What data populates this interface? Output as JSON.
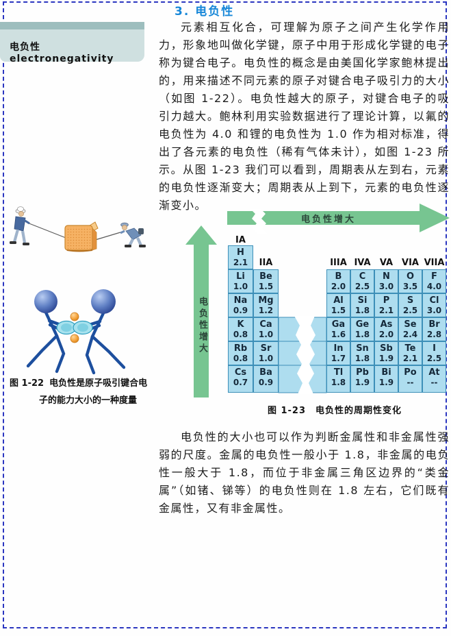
{
  "page": {
    "heading": "3. 电负性",
    "heading_color": "#1787d8",
    "border_color": "#2a35c0"
  },
  "sidebar": {
    "term_label": "电负性 electronegativity",
    "figure_1_22": {
      "label": "图 1-22",
      "caption_line1": "电负性是原子吸引键合电",
      "caption_line2": "子的能力大小的一种度量"
    }
  },
  "main": {
    "paragraph1": "元素相互化合，可理解为原子之间产生化学作用力，形象地叫做化学键，原子中用于形成化学键的电子称为键合电子。电负性的概念是由美国化学家鲍林提出的，用来描述不同元素的原子对键合电子吸引力的大小（如图 1-22）。电负性越大的原子，对键合电子的吸引力越大。鲍林利用实验数据进行了理论计算，以氟的电负性为 4.0 和锂的电负性为 1.0 作为相对标准，得出了各元素的电负性（稀有气体未计），如图 1-23 所示。从图 1-23 我们可以看到，周期表从左到右，元素的电负性逐渐变大；周期表从上到下，元素的电负性逐渐变小。",
    "paragraph2": "电负性的大小也可以作为判断金属性和非金属性强弱的尺度。金属的电负性一般小于 1.8，非金属的电负性一般大于 1.8，而位于非金属三角区边界的“类金属”（如锗、锑等）的电负性则在 1.8 左右，它们既有金属性，又有非金属性。"
  },
  "figure_1_23": {
    "caption": "图 1-23　电负性的周期性变化",
    "arrow_right_label": "电负性增大",
    "arrow_up_label": "电负性增大",
    "group_headers": [
      "IA",
      "IIA",
      "IIIA",
      "IVA",
      "VA",
      "VIA",
      "VIIA"
    ],
    "hydrogen": {
      "symbol": "H",
      "value": "2.1"
    },
    "left_rows": [
      [
        {
          "symbol": "Li",
          "value": "1.0"
        },
        {
          "symbol": "Be",
          "value": "1.5"
        }
      ],
      [
        {
          "symbol": "Na",
          "value": "0.9"
        },
        {
          "symbol": "Mg",
          "value": "1.2"
        }
      ],
      [
        {
          "symbol": "K",
          "value": "0.8"
        },
        {
          "symbol": "Ca",
          "value": "1.0"
        }
      ],
      [
        {
          "symbol": "Rb",
          "value": "0.8"
        },
        {
          "symbol": "Sr",
          "value": "1.0"
        }
      ],
      [
        {
          "symbol": "Cs",
          "value": "0.7"
        },
        {
          "symbol": "Ba",
          "value": "0.9"
        }
      ]
    ],
    "right_rows": [
      [
        {
          "symbol": "B",
          "value": "2.0"
        },
        {
          "symbol": "C",
          "value": "2.5"
        },
        {
          "symbol": "N",
          "value": "3.0"
        },
        {
          "symbol": "O",
          "value": "3.5"
        },
        {
          "symbol": "F",
          "value": "4.0"
        }
      ],
      [
        {
          "symbol": "Al",
          "value": "1.5"
        },
        {
          "symbol": "Si",
          "value": "1.8"
        },
        {
          "symbol": "P",
          "value": "2.1"
        },
        {
          "symbol": "S",
          "value": "2.5"
        },
        {
          "symbol": "Cl",
          "value": "3.0"
        }
      ],
      [
        {
          "symbol": "Ga",
          "value": "1.6"
        },
        {
          "symbol": "Ge",
          "value": "1.8"
        },
        {
          "symbol": "As",
          "value": "2.0"
        },
        {
          "symbol": "Se",
          "value": "2.4"
        },
        {
          "symbol": "Br",
          "value": "2.8"
        }
      ],
      [
        {
          "symbol": "In",
          "value": "1.7"
        },
        {
          "symbol": "Sn",
          "value": "1.8"
        },
        {
          "symbol": "Sb",
          "value": "1.9"
        },
        {
          "symbol": "Te",
          "value": "2.1"
        },
        {
          "symbol": "I",
          "value": "2.5"
        }
      ],
      [
        {
          "symbol": "Tl",
          "value": "1.8"
        },
        {
          "symbol": "Pb",
          "value": "1.9"
        },
        {
          "symbol": "Bi",
          "value": "1.9"
        },
        {
          "symbol": "Po",
          "value": "--"
        },
        {
          "symbol": "At",
          "value": "--"
        }
      ]
    ],
    "colors": {
      "cell_fill": "#aeddef",
      "cell_border": "#3d8fb8",
      "arrow_green": "#77c591"
    }
  }
}
